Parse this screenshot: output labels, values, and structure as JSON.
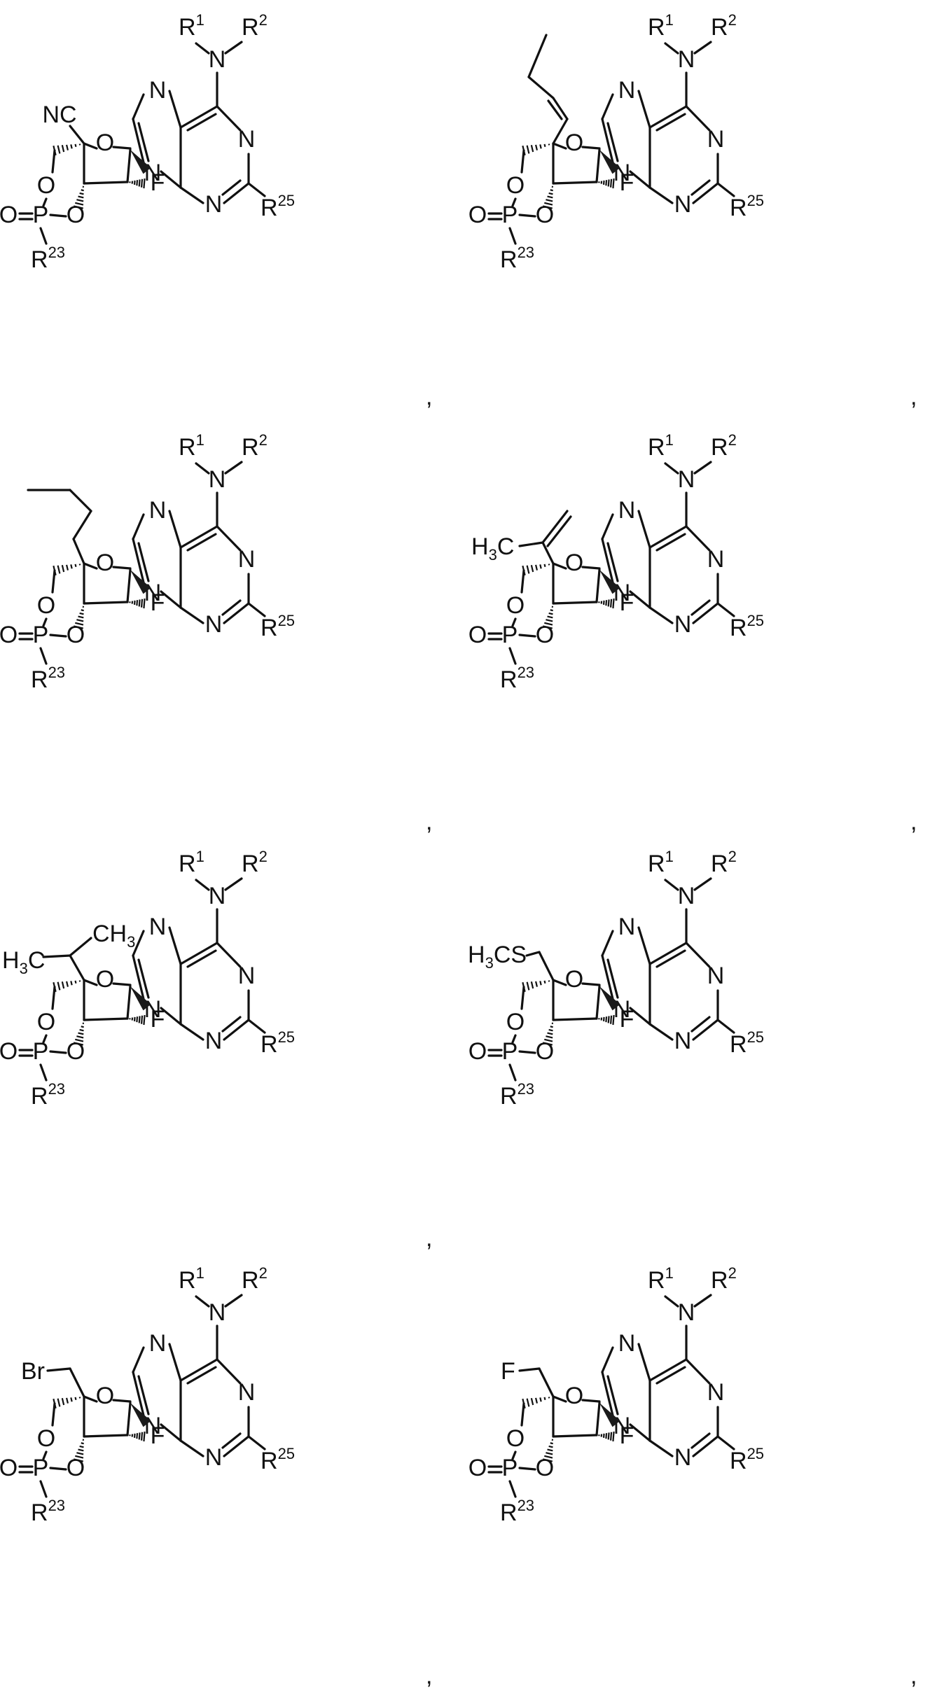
{
  "labels": {
    "amine_n": "N",
    "r1": "R",
    "r1_sup": "1",
    "r2": "R",
    "r2_sup": "2",
    "ring_n": "N",
    "r25": "R",
    "r25_sup": "25",
    "ring_o": "O",
    "fluoro": "F",
    "ester_o": "O",
    "oxo_o": "O",
    "phosphorus": "P",
    "r23": "R",
    "r23_sup": "23",
    "separator": ","
  },
  "structures": [
    {
      "substituent": "NC",
      "kind": "nitrile"
    },
    {
      "substituent": "",
      "kind": "butenyl"
    },
    {
      "substituent": "",
      "kind": "propyl"
    },
    {
      "substituent": "H3C",
      "kind": "isopropenyl",
      "sub_main": "H",
      "sub_index": "3",
      "sub_tail": "C"
    },
    {
      "substituent": "H3C CH3",
      "kind": "isopropyl",
      "left_main": "H",
      "left_index": "3",
      "left_tail": "C",
      "top_main": "CH",
      "top_index": "3"
    },
    {
      "substituent": "H3CS",
      "kind": "methylthiomethyl",
      "sub_main": "H",
      "sub_index": "3",
      "sub_tail": "CS"
    },
    {
      "substituent": "Br",
      "kind": "bromomethyl"
    },
    {
      "substituent": "F",
      "kind": "fluoromethyl"
    }
  ]
}
